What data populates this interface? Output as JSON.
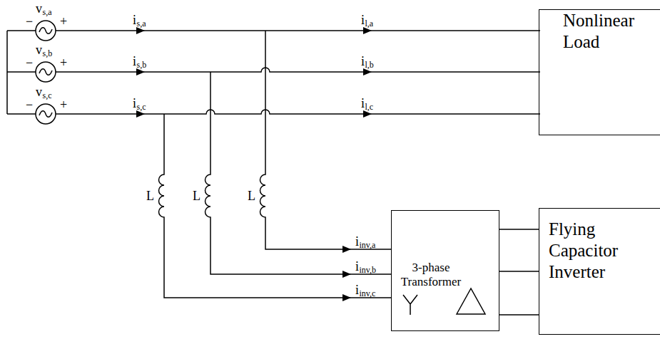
{
  "diagram": {
    "nodes": [
      {
        "text": [
          "Nonlinear Load"
        ]
      },
      {
        "text": [
          "3-phase Transformer"
        ]
      },
      {
        "text": [
          "Flying Capacitor Inverter"
        ]
      }
    ],
    "edges": [
      {
        "from": 1,
        "to": 2,
        "arrow": "none"
      },
      {
        "from": 1,
        "to": 2,
        "arrow": "none"
      },
      {
        "from": 1,
        "to": 2,
        "arrow": "none"
      }
    ],
    "labels": [
      "−",
      "+",
      "v",
      "s,a",
      "i",
      "s,a",
      "i",
      "l,a",
      "−",
      "+",
      "v",
      "s,b",
      "i",
      "s,b",
      "i",
      "l,b",
      "−",
      "+",
      "v",
      "s,c",
      "i",
      "s,c",
      "i",
      "l,c",
      "L",
      "L",
      "L",
      "i",
      "inv,a",
      "i",
      "inv,b",
      "i",
      "inv,c"
    ]
  }
}
